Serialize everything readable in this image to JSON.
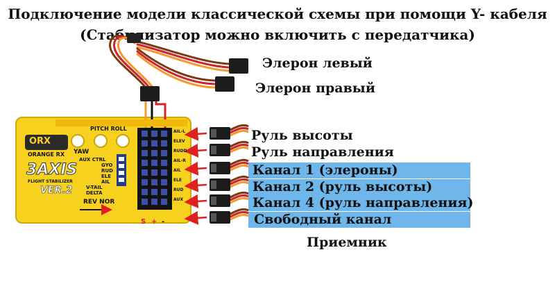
{
  "title": {
    "line1": "Подключение модели классической схемы при помощи Y- кабеля",
    "line2": "(Стабилизатор можно включить с передатчика)"
  },
  "labels": {
    "aileron_left": "Элерон левый",
    "aileron_right": "Элерон правый",
    "elevator": "Руль высоты",
    "rudder": "Руль направления",
    "ch1": "Канал 1 (элероны)",
    "ch2": "Канал 2 (руль высоты)",
    "ch4": "Канал 4 (руль направления)",
    "free": "Свободный канал",
    "receiver": "Приемник"
  },
  "board": {
    "brand": "ORX",
    "sub": "ORANGE RX",
    "model": "3AXIS",
    "tagline": "FLIGHT STABILIZER",
    "version": "VER.2",
    "pitch_roll": "PITCH ROLL",
    "yaw": "YAW",
    "aux_ctrl": "AUX CTRL",
    "gyo": "GYO",
    "rud": "RUD",
    "ele": "ELE",
    "ail": "AIL",
    "vtail": "V-TAIL",
    "delta": "DELTA",
    "rev_nor": "REV NOR",
    "pins": [
      "AIL-L",
      "ELEV",
      "RUDD",
      "AIL-R",
      "AIL",
      "ELE",
      "RUD",
      "AUX"
    ],
    "polarity": [
      "S",
      "+",
      "-"
    ]
  },
  "colors": {
    "board": "#f6d21f",
    "channel_highlight": "#6fb6ea",
    "arrow": "#e02020",
    "wire_signal": "#f29b2e",
    "wire_plus": "#d2232a",
    "wire_minus": "#7a3b12"
  }
}
